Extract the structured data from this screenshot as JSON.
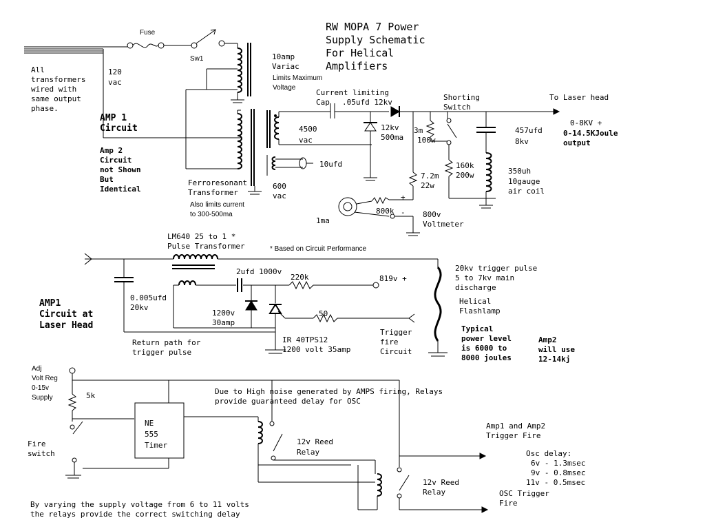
{
  "title": {
    "line1": "RW MOPA 7 Power",
    "line2": "Supply Schematic",
    "line3": "For Helical",
    "line4": "Amplifiers"
  },
  "supply_section": {
    "fuse": "Fuse",
    "sw1": "Sw1",
    "mains": [
      "120",
      "vac"
    ],
    "transformer_note": [
      "All",
      "transformers",
      "wired with",
      "same output",
      "phase."
    ],
    "amp1_heading": [
      "AMP 1",
      "Circuit"
    ],
    "amp2_note": [
      "Amp 2",
      "Circuit",
      "not Shown",
      "But",
      "Identical"
    ],
    "variac": [
      "10amp",
      "Variac"
    ],
    "variac_limit": [
      "Limits Maximum",
      "Voltage"
    ],
    "current_limiting": "Current limiting",
    "cap": "Cap",
    "cap_value": ".05ufd 12kv",
    "hv_secondary": [
      "4500",
      "vac"
    ],
    "diode": [
      "12kv",
      "500ma"
    ],
    "res_3m": [
      "3m",
      "100w"
    ],
    "shorting_switch": [
      "Shorting",
      "Switch"
    ],
    "to_laser_head": "To Laser head",
    "cap_457": [
      "457ufd",
      "8kv"
    ],
    "output": [
      "0-8KV +",
      "0-14.5KJoule",
      "output"
    ],
    "cap_10ufd": "10ufd",
    "res_160k": [
      "160k",
      "200w"
    ],
    "coil": [
      "350uh",
      "10gauge",
      "air coil"
    ],
    "ferro": [
      "Ferroresonant",
      "Transformer"
    ],
    "ferro_limit": [
      "Also limits current",
      "to 300-500ma"
    ],
    "ferro_vac": [
      "600",
      "vac"
    ],
    "res_7m": [
      "7.2m",
      "22w"
    ],
    "res_800k": "800k",
    "meter_1ma": "1ma",
    "plus": "+",
    "minus": "-",
    "voltmeter": [
      "800v",
      "Voltmeter"
    ]
  },
  "trigger_section": {
    "pulse_transformer": [
      "LM640 25 to 1 *",
      "Pulse Transformer"
    ],
    "based_on": "* Based on Circuit Performance",
    "cap_2ufd": "2ufd 1000v",
    "res_220k": "220k",
    "v819": "819v +",
    "trigger_pulse": [
      "20kv trigger pulse",
      "5 to 7kv main",
      "discharge"
    ],
    "cap_0005": [
      "0.005ufd",
      "20kv"
    ],
    "amp1_heading": [
      "AMP1",
      "Circuit at",
      "Laser Head"
    ],
    "scr_rating": [
      "1200v",
      "30amp"
    ],
    "res_50": "50",
    "flashlamp": [
      "Helical",
      "Flashlamp"
    ],
    "power_level": [
      "Typical",
      "power level",
      "is 6000 to",
      "8000 joules"
    ],
    "amp2_use": [
      "Amp2",
      "will use",
      "12-14kj"
    ],
    "return_path": [
      "Return path for",
      "trigger pulse"
    ],
    "scr_part": [
      "IR 40TPS12",
      "1200 volt 35amp"
    ],
    "trigger_fire": [
      "Trigger",
      "fire",
      "Circuit"
    ]
  },
  "timing_section": {
    "adj_reg": [
      "Adj",
      "Volt Reg",
      "0-15v",
      "Supply"
    ],
    "res_5k": "5k",
    "timer": [
      "NE",
      "555",
      "Timer"
    ],
    "fire_switch": [
      "Fire",
      "switch"
    ],
    "noise_note": [
      "Due to High noise generated by AMPS firing, Relays",
      "provide guaranteed delay for OSC"
    ],
    "reed1": [
      "12v Reed",
      "Relay"
    ],
    "reed2": [
      "12v Reed",
      "Relay"
    ],
    "amp_trigger": [
      "Amp1 and Amp2",
      "Trigger Fire"
    ],
    "osc_delay_title": "Osc delay:",
    "osc_delays": [
      "6v  - 1.3msec",
      "9v  - 0.8msec",
      "11v  - 0.5msec"
    ],
    "osc_trigger": [
      "OSC Trigger",
      "Fire"
    ],
    "varying_note": [
      "By varying the supply voltage from 6 to 11 volts",
      "the relays provide the correct switching delay"
    ]
  }
}
